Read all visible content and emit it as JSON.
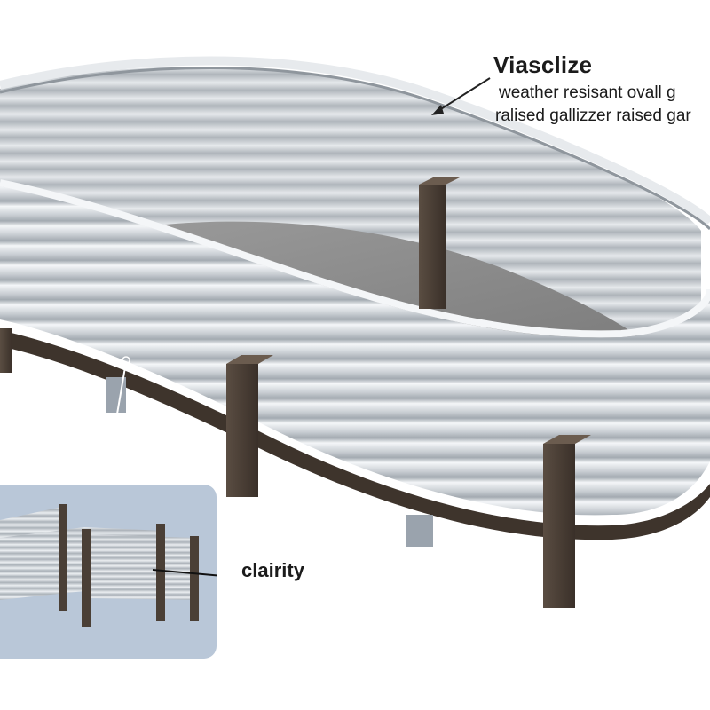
{
  "annotation": {
    "title": "Viasclize",
    "line1": "weather resisant  ovall g",
    "line2": "ralised gallizzer raised gar"
  },
  "inset": {
    "callout": "clairity"
  },
  "colors": {
    "metal_light": "#f2f4f6",
    "metal_mid": "#c3c8cd",
    "metal_dark": "#8e959c",
    "post": "#4a3f36",
    "frame": "#3e342c",
    "soil": "#8f8f8f",
    "inset_bg": "#b9c7d8"
  }
}
